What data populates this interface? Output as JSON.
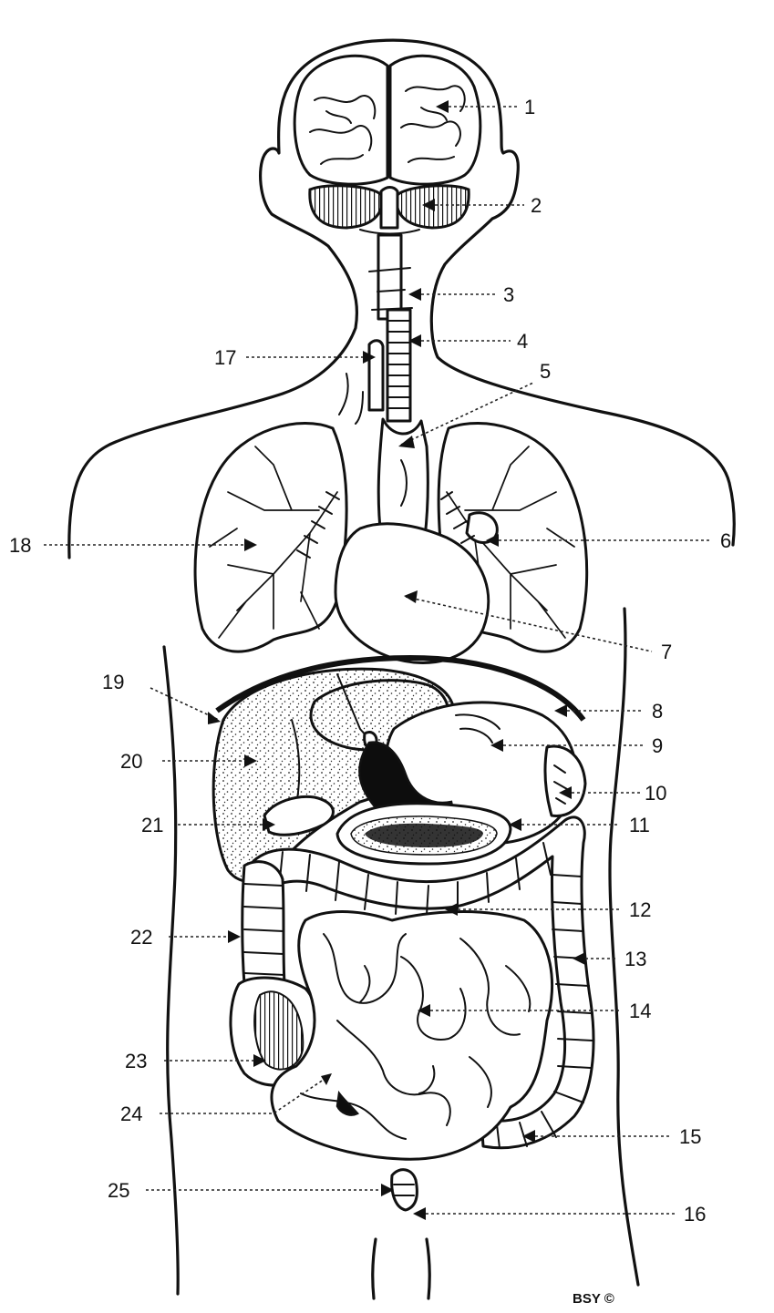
{
  "labels": [
    {
      "id": "1",
      "text": "1",
      "side": "right"
    },
    {
      "id": "2",
      "text": "2",
      "side": "right"
    },
    {
      "id": "3",
      "text": "3",
      "side": "right"
    },
    {
      "id": "4",
      "text": "4",
      "side": "right"
    },
    {
      "id": "5",
      "text": "5",
      "side": "right"
    },
    {
      "id": "6",
      "text": "6",
      "side": "right"
    },
    {
      "id": "7",
      "text": "7",
      "side": "right"
    },
    {
      "id": "8",
      "text": "8",
      "side": "right"
    },
    {
      "id": "9",
      "text": "9",
      "side": "right"
    },
    {
      "id": "10",
      "text": "10",
      "side": "right"
    },
    {
      "id": "11",
      "text": "11",
      "side": "right"
    },
    {
      "id": "12",
      "text": "12",
      "side": "right"
    },
    {
      "id": "13",
      "text": "13",
      "side": "right"
    },
    {
      "id": "14",
      "text": "14",
      "side": "right"
    },
    {
      "id": "15",
      "text": "15",
      "side": "right"
    },
    {
      "id": "16",
      "text": "16",
      "side": "right"
    },
    {
      "id": "17",
      "text": "17",
      "side": "left"
    },
    {
      "id": "18",
      "text": "18",
      "side": "left"
    },
    {
      "id": "19",
      "text": "19",
      "side": "left"
    },
    {
      "id": "20",
      "text": "20",
      "side": "left"
    },
    {
      "id": "21",
      "text": "21",
      "side": "left"
    },
    {
      "id": "22",
      "text": "22",
      "side": "left"
    },
    {
      "id": "23",
      "text": "23",
      "side": "left"
    },
    {
      "id": "24",
      "text": "24",
      "side": "left"
    },
    {
      "id": "25",
      "text": "25",
      "side": "left"
    }
  ],
  "copyright": "BSY ©"
}
